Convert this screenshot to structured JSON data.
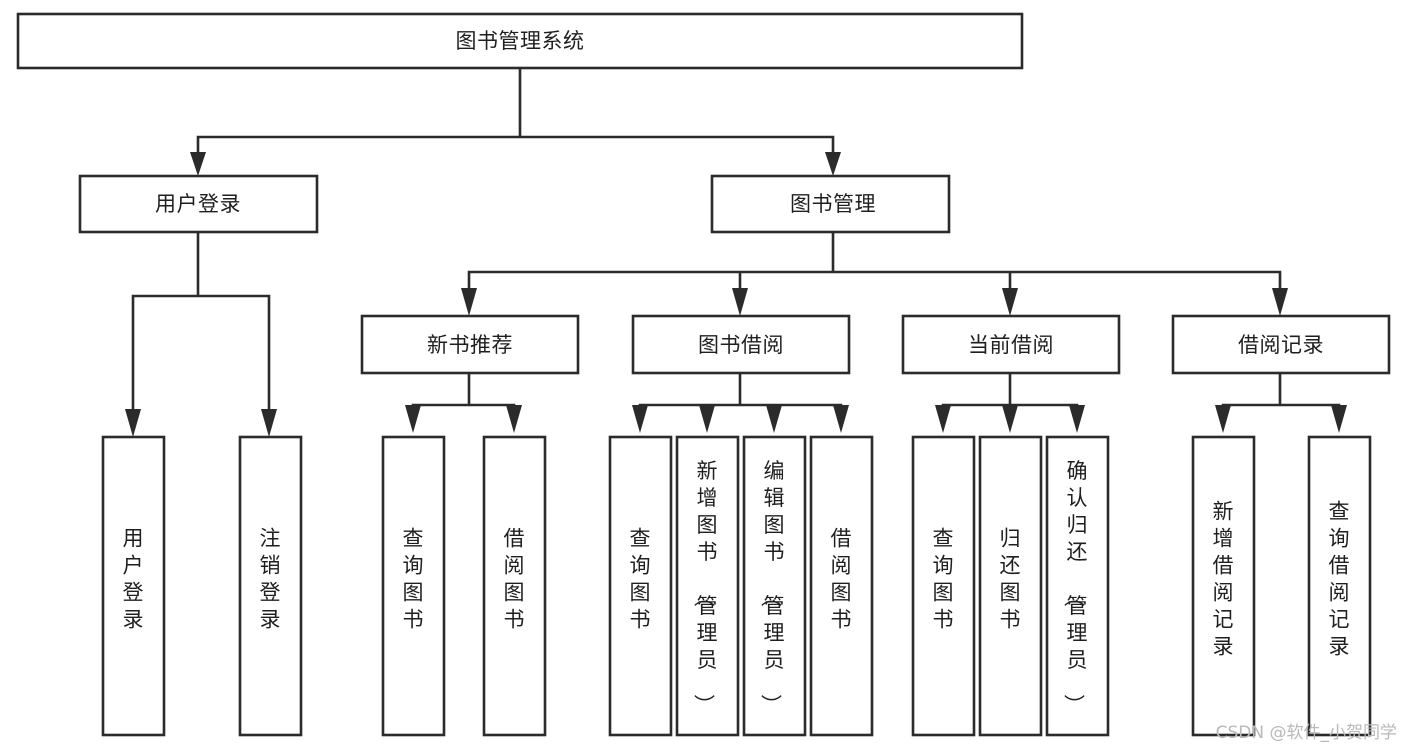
{
  "diagram": {
    "type": "tree",
    "title": "图书管理系统",
    "orientation": "top-down",
    "background_color": "#ffffff",
    "box_stroke_color": "#2b2b2b",
    "text_color": "#1f1f1f",
    "watermark": "CSDN @软件_小贺同学",
    "nodes": {
      "root": {
        "label": "图书管理系统",
        "level": 0
      },
      "l1_user_login": {
        "label": "用户登录",
        "level": 1
      },
      "l1_book_mgmt": {
        "label": "图书管理",
        "level": 1
      },
      "l2_new_book_rec": {
        "label": "新书推荐",
        "level": 2
      },
      "l2_book_borrow": {
        "label": "图书借阅",
        "level": 2
      },
      "l2_current_borrow": {
        "label": "当前借阅",
        "level": 2
      },
      "l2_borrow_record": {
        "label": "借阅记录",
        "level": 2
      },
      "leaf_user_login": {
        "label": "用户登录",
        "level": 3
      },
      "leaf_logout": {
        "label": "注销登录",
        "level": 3
      },
      "leaf_query_book_1": {
        "label": "查询图书",
        "level": 3
      },
      "leaf_borrow_book_1": {
        "label": "借阅图书",
        "level": 3
      },
      "leaf_query_book_2": {
        "label": "查询图书",
        "level": 3
      },
      "leaf_add_book": {
        "label": "新增图书（管理员）",
        "level": 3
      },
      "leaf_edit_book": {
        "label": "编辑图书（管理员）",
        "level": 3
      },
      "leaf_borrow_book_2": {
        "label": "借阅图书",
        "level": 3
      },
      "leaf_query_book_3": {
        "label": "查询图书",
        "level": 3
      },
      "leaf_return_book": {
        "label": "归还图书",
        "level": 3
      },
      "leaf_confirm_return": {
        "label": "确认归还（管理员）",
        "level": 3
      },
      "leaf_add_record": {
        "label": "新增借阅记录",
        "level": 3
      },
      "leaf_query_record": {
        "label": "查询借阅记录",
        "level": 3
      }
    },
    "edges": [
      {
        "from": "root",
        "to": "l1_user_login"
      },
      {
        "from": "root",
        "to": "l1_book_mgmt"
      },
      {
        "from": "l1_user_login",
        "to": "leaf_user_login"
      },
      {
        "from": "l1_user_login",
        "to": "leaf_logout"
      },
      {
        "from": "l1_book_mgmt",
        "to": "l2_new_book_rec"
      },
      {
        "from": "l1_book_mgmt",
        "to": "l2_book_borrow"
      },
      {
        "from": "l1_book_mgmt",
        "to": "l2_current_borrow"
      },
      {
        "from": "l1_book_mgmt",
        "to": "l2_borrow_record"
      },
      {
        "from": "l2_new_book_rec",
        "to": "leaf_query_book_1"
      },
      {
        "from": "l2_new_book_rec",
        "to": "leaf_borrow_book_1"
      },
      {
        "from": "l2_book_borrow",
        "to": "leaf_query_book_2"
      },
      {
        "from": "l2_book_borrow",
        "to": "leaf_add_book"
      },
      {
        "from": "l2_book_borrow",
        "to": "leaf_edit_book"
      },
      {
        "from": "l2_book_borrow",
        "to": "leaf_borrow_book_2"
      },
      {
        "from": "l2_current_borrow",
        "to": "leaf_query_book_3"
      },
      {
        "from": "l2_current_borrow",
        "to": "leaf_return_book"
      },
      {
        "from": "l2_current_borrow",
        "to": "leaf_confirm_return"
      },
      {
        "from": "l2_borrow_record",
        "to": "leaf_add_record"
      },
      {
        "from": "l2_borrow_record",
        "to": "leaf_query_record"
      }
    ]
  }
}
